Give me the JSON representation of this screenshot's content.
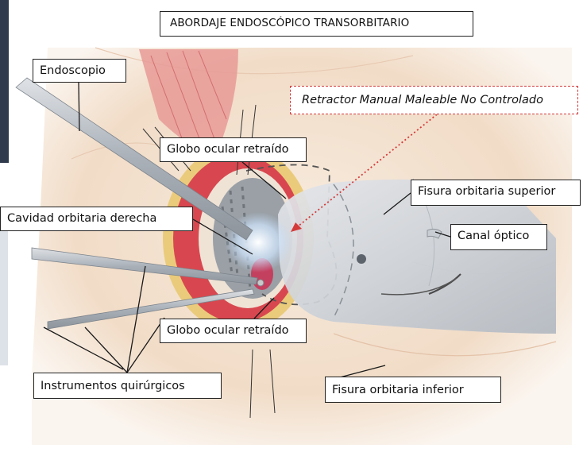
{
  "title": "ABORDAJE ENDOSCÓPICO TRANSORBITARIO",
  "labels": {
    "retractor": "Retractor Manual Maleable No Controlado",
    "endoscopio": "Endoscopio",
    "globo_superior": "Globo ocular retraído",
    "cavidad": "Cavidad orbitaria derecha",
    "fisura_superior": "Fisura orbitaria superior",
    "canal_optico": "Canal óptico",
    "globo_inferior": "Globo ocular retraído",
    "instrumentos": "Instrumentos quirúrgicos",
    "fisura_inferior": "Fisura orbitaria inferior"
  },
  "colors": {
    "retractor_accent": "#d43a3a",
    "tissue_red": "#d8474f",
    "skin_tone": "#f4e4d2",
    "fat_yellow": "#eacb7c",
    "instrument_grey": "#a9b0b8",
    "side_strip": "#2f3a4c"
  }
}
